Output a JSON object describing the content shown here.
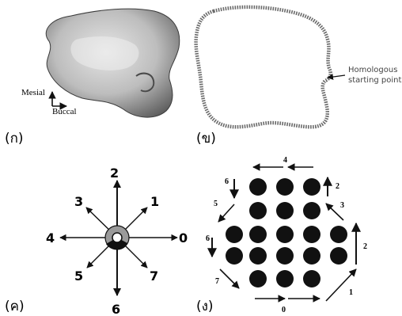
{
  "panels": {
    "a": {
      "label": "(ก)",
      "axis_vertical": "Mesial",
      "axis_horizontal": "Buccal"
    },
    "b": {
      "label": "(ข)",
      "annotation_line1": "Homologous",
      "annotation_line2": "starting point"
    },
    "c": {
      "label": "(ค)",
      "directions": [
        "0",
        "1",
        "2",
        "3",
        "4",
        "5",
        "6",
        "7"
      ]
    },
    "d": {
      "label": "(ง)",
      "directions": [
        "0",
        "1",
        "2",
        "3",
        "4",
        "5",
        "6",
        "7"
      ]
    }
  },
  "colors": {
    "ink": "#111111",
    "tooth_light": "#d8d8d8",
    "tooth_dark": "#5a5a5a",
    "hub_gray": "#9a9a9a"
  }
}
